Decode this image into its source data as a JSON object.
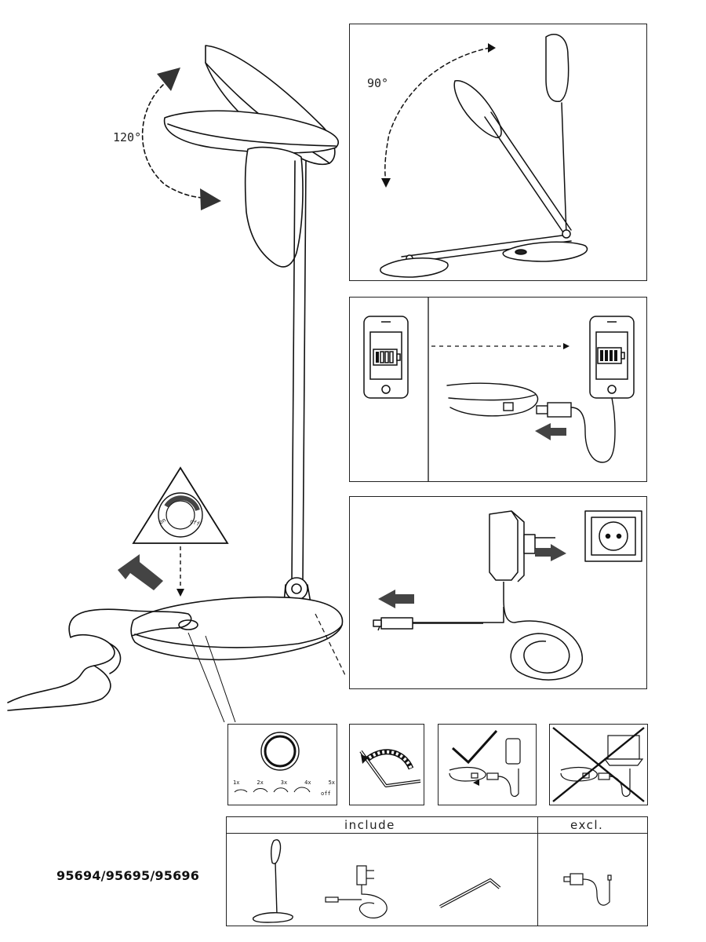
{
  "diagram": {
    "left": {
      "tilt_angle": "120°",
      "dimmer": {
        "on_label": "on",
        "off_label": "off"
      }
    },
    "panel_fold": {
      "angle": "90°"
    },
    "panel_touch_levels": {
      "levels": [
        "1x",
        "2x",
        "3x",
        "4x",
        "5x"
      ],
      "off_label": "off"
    },
    "footer": {
      "include_label": "include",
      "excl_label": "excl.",
      "model_numbers": "95694/95695/95696"
    }
  }
}
